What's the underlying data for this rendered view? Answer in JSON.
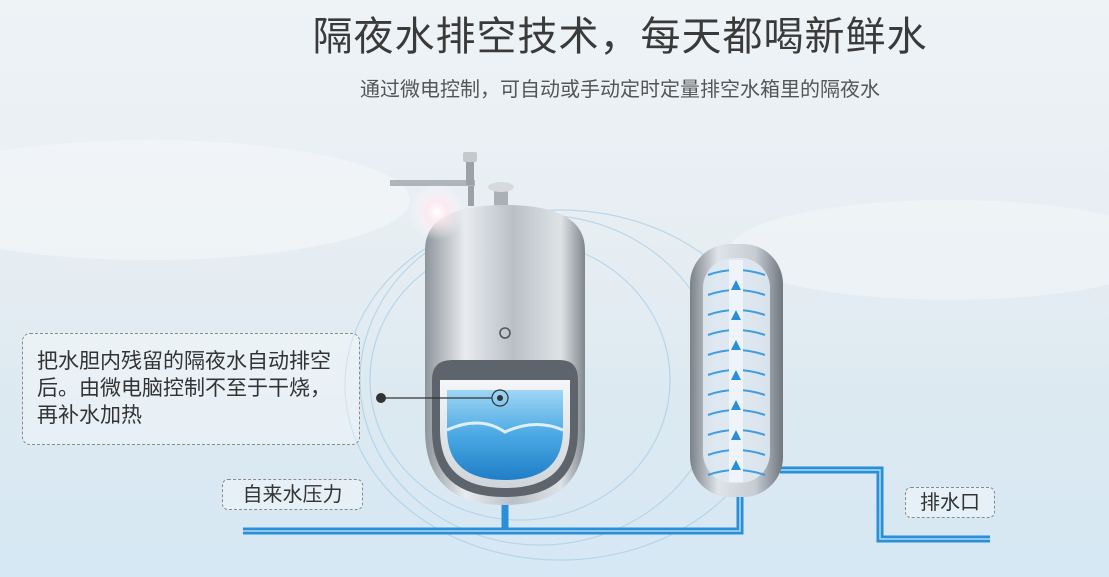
{
  "header": {
    "title": "隔夜水排空技术，每天都喝新鲜水",
    "subtitle": "通过微电控制，可自动或手动定时定量排空水箱里的隔夜水"
  },
  "callout": {
    "text": "把水胆内残留的隔夜水自动排空后。由微电脑控制不至于干烧，再补水加热"
  },
  "labels": {
    "water_source": "自来水压力",
    "drain_outlet": "排水口"
  },
  "colors": {
    "pipe": "#2a8fd6",
    "water": "#5bb5ea",
    "steel": "#c7ccd1",
    "title": "#3a3a3a"
  },
  "icons": [
    "water-tank-icon",
    "filter-cartridge-icon",
    "pressure-valve-icon"
  ]
}
